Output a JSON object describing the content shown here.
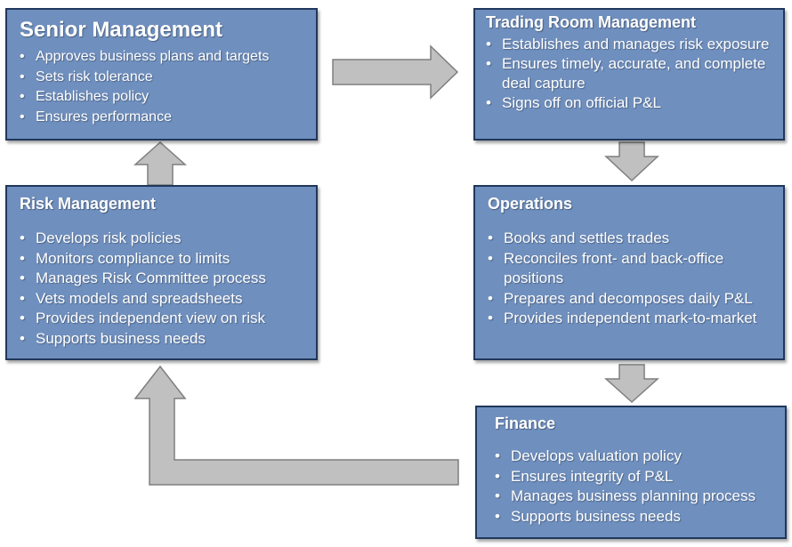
{
  "boxes": {
    "senior": {
      "title": "Senior Management",
      "items": [
        "Approves business plans and targets",
        "Sets risk tolerance",
        "Establishes policy",
        "Ensures performance"
      ]
    },
    "trading": {
      "title": "Trading Room Management",
      "items": [
        "Establishes and manages risk exposure",
        "Ensures timely, accurate, and complete deal capture",
        "Signs off on official P&L"
      ]
    },
    "risk": {
      "title": "Risk Management",
      "items": [
        "Develops risk policies",
        "Monitors compliance to limits",
        "Manages Risk Committee process",
        "Vets models and spreadsheets",
        "Provides independent view  on risk",
        "Supports business needs"
      ]
    },
    "operations": {
      "title": "Operations",
      "items": [
        "Books and settles trades",
        "Reconciles front- and back-office positions",
        "Prepares and decomposes daily P&L",
        "Provides independent mark-to-market"
      ]
    },
    "finance": {
      "title": "Finance",
      "items": [
        "Develops valuation policy",
        "Ensures integrity of P&L",
        "Manages business planning process",
        "Supports business needs"
      ]
    }
  },
  "colors": {
    "box_fill": "#6f8fbe",
    "box_border": "#20375c",
    "arrow_fill": "#c0c0c0",
    "arrow_stroke": "#7f7f7f"
  }
}
